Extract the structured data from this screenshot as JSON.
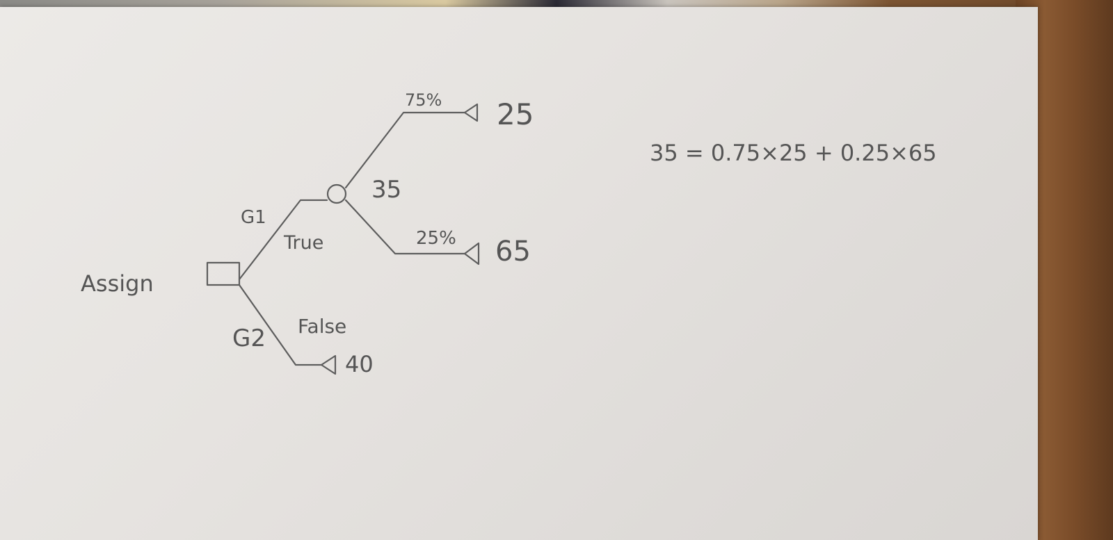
{
  "diagram": {
    "decision_label": "Assign",
    "branches": {
      "g1": {
        "label": "G1",
        "condition": "True"
      },
      "g2": {
        "label": "G2",
        "condition": "False",
        "payoff": "40"
      }
    },
    "chance_node": {
      "expected_value": "35"
    },
    "outcomes": [
      {
        "probability": "75%",
        "payoff": "25"
      },
      {
        "probability": "25%",
        "payoff": "65"
      }
    ],
    "formula": "35 = 0.75×25 + 0.25×65"
  },
  "colors": {
    "ink": "#5d5d5d",
    "paper": "#e6e3e0",
    "wood": "#7a4e2c"
  }
}
